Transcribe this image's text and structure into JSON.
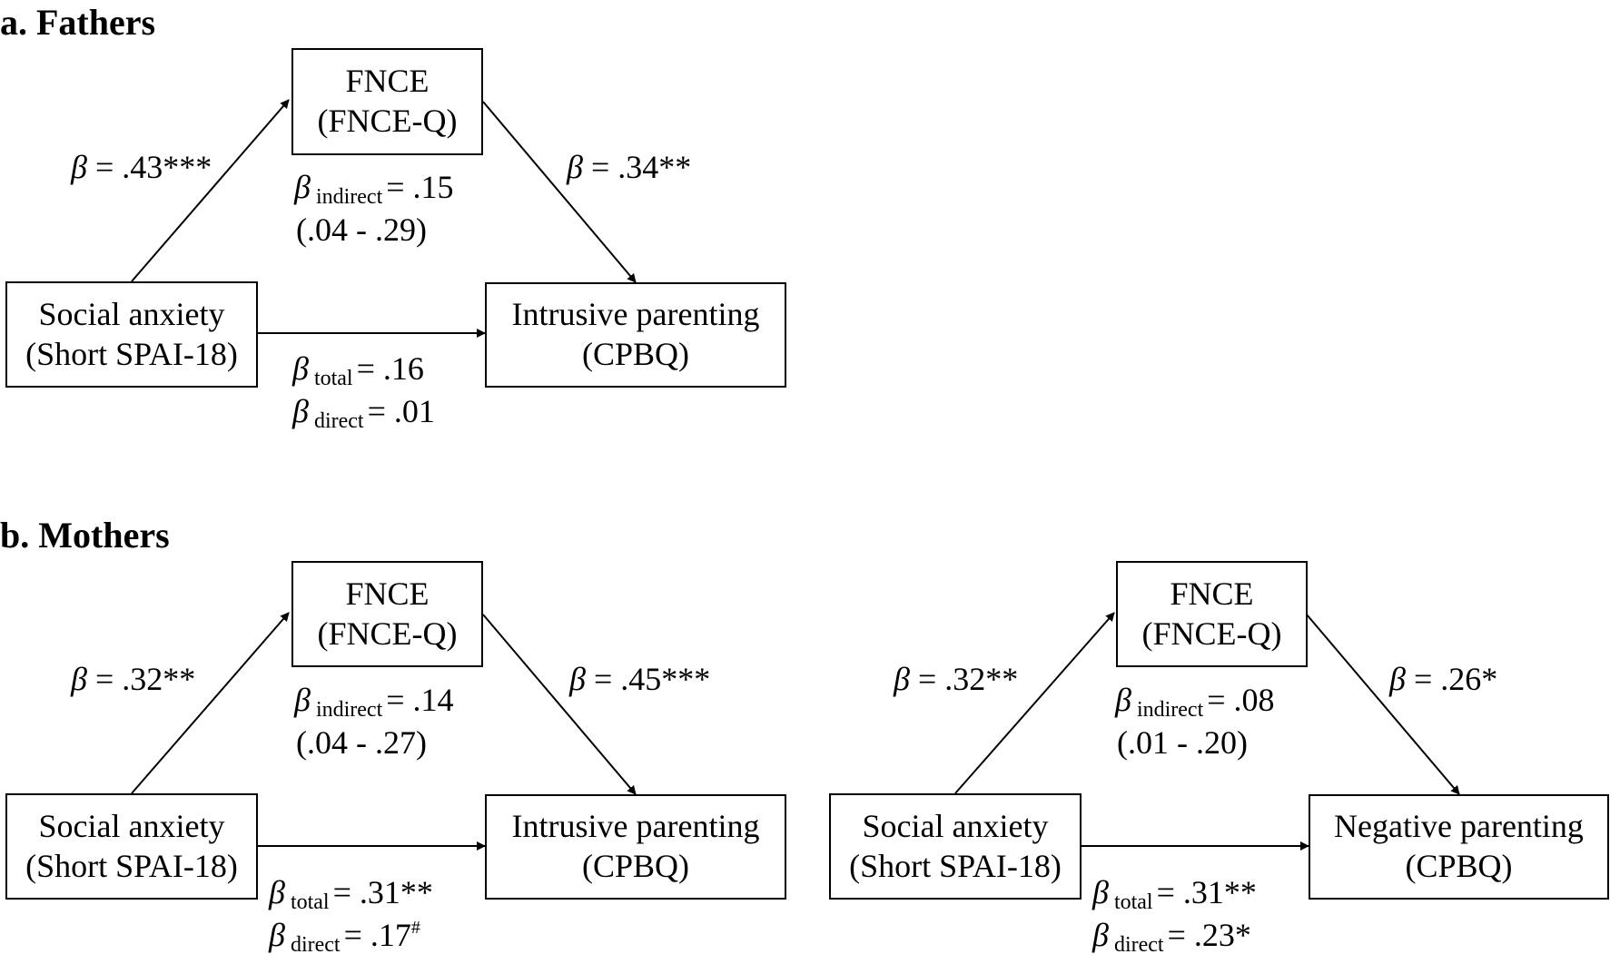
{
  "panels": {
    "a": {
      "heading": "a. Fathers",
      "mediator": {
        "line1": "FNCE",
        "line2": "(FNCE-Q)"
      },
      "predictor": {
        "line1": "Social anxiety",
        "line2": "(Short SPAI-18)"
      },
      "outcome": {
        "line1": "Intrusive parenting",
        "line2": "(CPBQ)"
      },
      "path_a": "= .43***",
      "path_b": "= .34**",
      "indirect": {
        "sub": "indirect",
        "value": "= .15",
        "ci": "(.04 - .29)"
      },
      "total": {
        "sub": "total",
        "value": "= .16"
      },
      "direct": {
        "sub": "direct",
        "value": "= .01",
        "mark": ""
      }
    },
    "b": {
      "heading": "b. Mothers",
      "left": {
        "mediator": {
          "line1": "FNCE",
          "line2": "(FNCE-Q)"
        },
        "predictor": {
          "line1": "Social anxiety",
          "line2": "(Short SPAI-18)"
        },
        "outcome": {
          "line1": "Intrusive parenting",
          "line2": "(CPBQ)"
        },
        "path_a": "= .32**",
        "path_b": "= .45***",
        "indirect": {
          "sub": "indirect",
          "value": "= .14",
          "ci": "(.04 - .27)"
        },
        "total": {
          "sub": "total",
          "value": "= .31**"
        },
        "direct": {
          "sub": "direct",
          "value": "= .17",
          "mark": "#"
        }
      },
      "right": {
        "mediator": {
          "line1": "FNCE",
          "line2": "(FNCE-Q)"
        },
        "predictor": {
          "line1": "Social anxiety",
          "line2": "(Short SPAI-18)"
        },
        "outcome": {
          "line1": "Negative parenting",
          "line2": "(CPBQ)"
        },
        "path_a": "= .32**",
        "path_b": "= .26*",
        "indirect": {
          "sub": "indirect",
          "value": "= .08",
          "ci": "(.01 - .20)"
        },
        "total": {
          "sub": "total",
          "value": "= .31**"
        },
        "direct": {
          "sub": "direct",
          "value": "= .23*",
          "mark": ""
        }
      }
    }
  },
  "symbols": {
    "beta": "β"
  }
}
